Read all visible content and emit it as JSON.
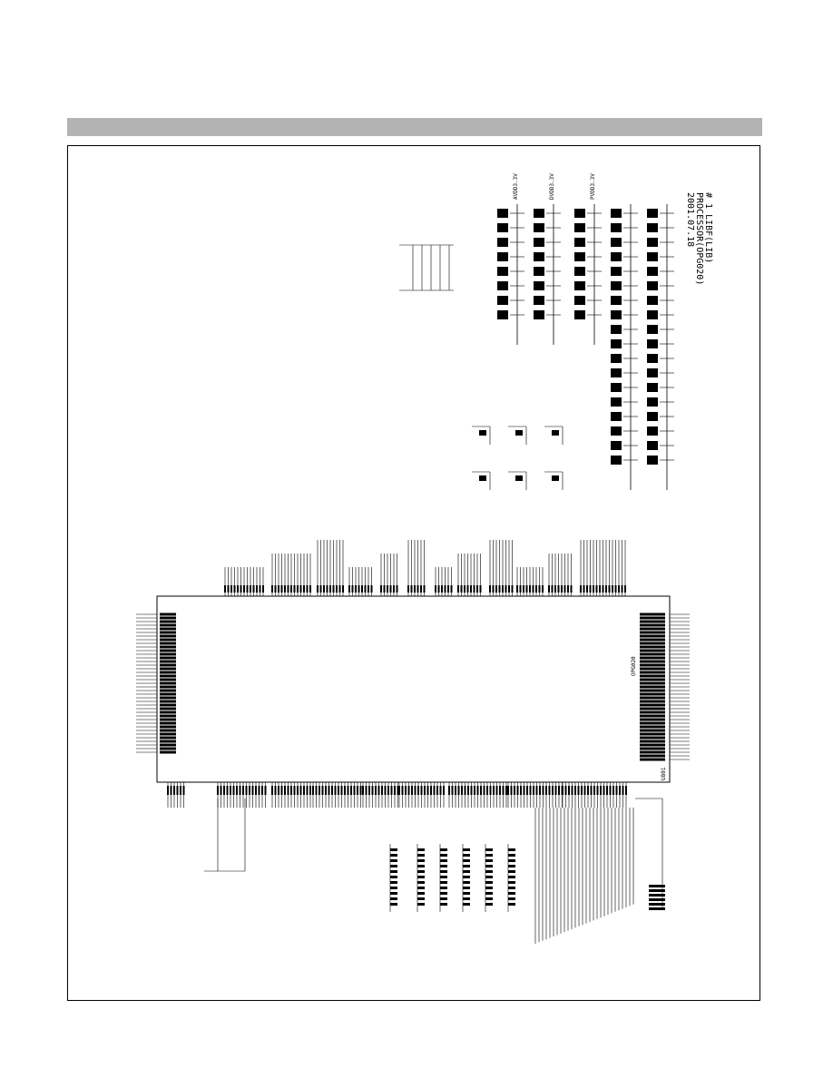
{
  "page": {
    "section_bar_label": ""
  },
  "title_block": {
    "line1": "# 1 LIBF(LIB)",
    "line2": "PROCESSOR(OPG020)",
    "line3": "2001.07.18"
  },
  "chip": {
    "ref": "U801",
    "part": "OPG020"
  },
  "power_rails": {
    "vdd_a": "AVDD3.3V",
    "vdd_d": "DVDD3.3V",
    "vdd_p": "PVDD3.3V"
  },
  "colors": {
    "ink": "#000000",
    "header_bar": "#b3b3b3",
    "background": "#ffffff"
  }
}
